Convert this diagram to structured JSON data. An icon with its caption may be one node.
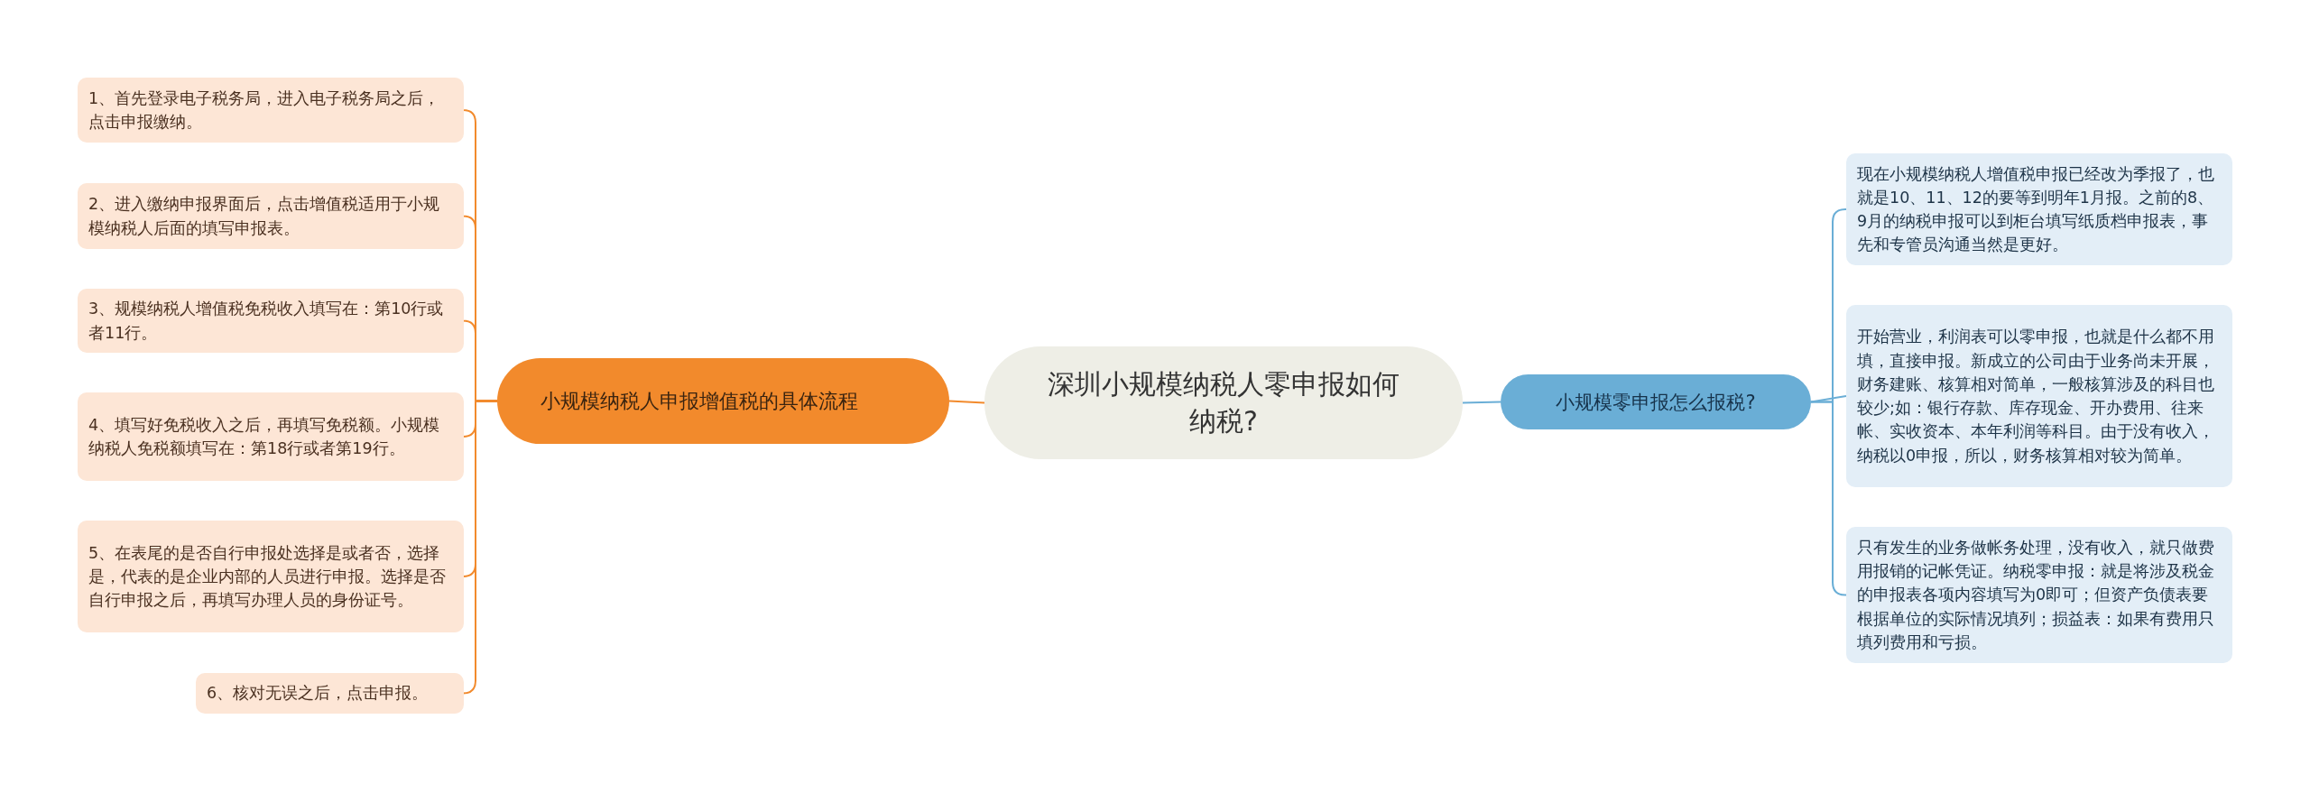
{
  "diagram": {
    "nodes": [
      {
        "text": [
          "深圳小规模纳税人零申报如何纳税?"
        ]
      },
      {
        "text": [
          "小规模纳税人申报增值税的具体流程"
        ]
      },
      {
        "text": [
          "1、首先登录电子税务局，进入电子税务局之后，点击申报缴纳。"
        ]
      },
      {
        "text": [
          "2、进入缴纳申报界面后，点击增值税适用于小规模纳税人后面的填写申报表。"
        ]
      },
      {
        "text": [
          "3、规模纳税人增值税免税收入填写在：第10行或者11行。"
        ]
      },
      {
        "text": [
          "4、填写好免税收入之后，再填写免税额。小规模纳税人免税额填写在：第18行或者第19行。"
        ]
      },
      {
        "text": [
          "5、在表尾的是否自行申报处选择是或者否，选择是，代表的是企业内部的人员进行申报。选择是否自行申报之后，再填写办理人员的身份证号。"
        ]
      },
      {
        "text": [
          "6、核对无误之后，点击申报。"
        ]
      },
      {
        "text": [
          "小规模零申报怎么报税?"
        ]
      },
      {
        "text": [
          "现在小规模纳税人增值税申报已经改为季报了，也就是10、11、12的要等到明年1月报。之前的8、9月的纳税申报可以到柜台填写纸质档申报表，事先和专管员沟通当然是更好。"
        ]
      },
      {
        "text": [
          "开始营业，利润表可以零申报，也就是什么都不用填，直接申报。新成立的公司由于业务尚未开展，财务建账、核算相对简单，一般核算涉及的科目也较少;如：银行存款、库存现金、开办费用、往来帐、实收资本、本年利润等科目。由于没有收入，纳税以0申报，所以，财务核算相对较为简单。"
        ]
      },
      {
        "text": [
          "只有发生的业务做帐务处理，没有收入，就只做费用报销的记帐凭证。纳税零申报：就是将涉及税金的申报表各项内容填写为0即可；但资产负债表要根据单位的实际情况填列；损益表：如果有费用只填列费用和亏损。"
        ]
      }
    ],
    "edges": [
      {
        "from": 0,
        "to": 1,
        "arrow": "none"
      },
      {
        "from": 1,
        "to": 2,
        "arrow": "none"
      },
      {
        "from": 1,
        "to": 3,
        "arrow": "none"
      },
      {
        "from": 1,
        "to": 4,
        "arrow": "none"
      },
      {
        "from": 1,
        "to": 5,
        "arrow": "none"
      },
      {
        "from": 1,
        "to": 6,
        "arrow": "none"
      },
      {
        "from": 1,
        "to": 7,
        "arrow": "none"
      },
      {
        "from": 0,
        "to": 8,
        "arrow": "none",
        "color": "#6aaed6"
      },
      {
        "from": 8,
        "to": 9,
        "arrow": "none",
        "color": "#6aaed6"
      },
      {
        "from": 8,
        "to": 10,
        "arrow": "none",
        "color": "#6aaed6"
      },
      {
        "from": 8,
        "to": 11,
        "arrow": "none",
        "color": "#6aaed6"
      }
    ]
  }
}
